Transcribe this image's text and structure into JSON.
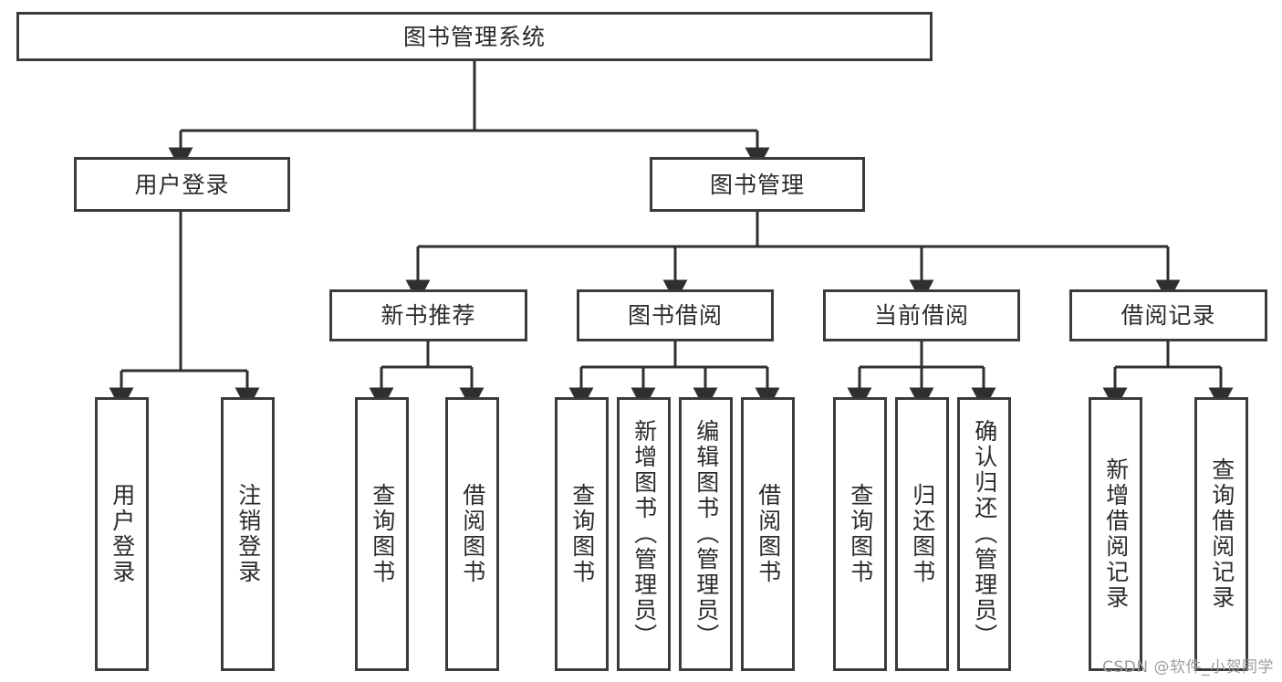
{
  "diagram": {
    "type": "hierarchy-tree",
    "title": "图书管理系统",
    "levels": 4,
    "root": {
      "id": "root",
      "label": "图书管理系统"
    },
    "level2": [
      {
        "id": "user-login",
        "label": "用户登录"
      },
      {
        "id": "book-manage",
        "label": "图书管理"
      }
    ],
    "level3": [
      {
        "id": "new-book-rec",
        "label": "新书推荐",
        "parent": "book-manage"
      },
      {
        "id": "book-borrow",
        "label": "图书借阅",
        "parent": "book-manage"
      },
      {
        "id": "current-borrow",
        "label": "当前借阅",
        "parent": "book-manage"
      },
      {
        "id": "borrow-record",
        "label": "借阅记录",
        "parent": "book-manage"
      }
    ],
    "leaves": [
      {
        "id": "leaf-user-login",
        "label": "用户登录",
        "parent": "user-login"
      },
      {
        "id": "leaf-logout",
        "label": "注销登录",
        "parent": "user-login"
      },
      {
        "id": "leaf-query-book-1",
        "label": "查询图书",
        "parent": "new-book-rec"
      },
      {
        "id": "leaf-borrow-book-1",
        "label": "借阅图书",
        "parent": "new-book-rec"
      },
      {
        "id": "leaf-query-book-2",
        "label": "查询图书",
        "parent": "book-borrow"
      },
      {
        "id": "leaf-add-book",
        "label": "新增图书（管理员）",
        "parent": "book-borrow"
      },
      {
        "id": "leaf-edit-book",
        "label": "编辑图书（管理员）",
        "parent": "book-borrow"
      },
      {
        "id": "leaf-borrow-book-2",
        "label": "借阅图书",
        "parent": "book-borrow"
      },
      {
        "id": "leaf-query-book-3",
        "label": "查询图书",
        "parent": "current-borrow"
      },
      {
        "id": "leaf-return-book",
        "label": "归还图书",
        "parent": "current-borrow"
      },
      {
        "id": "leaf-confirm-return",
        "label": "确认归还（管理员）",
        "parent": "current-borrow"
      },
      {
        "id": "leaf-add-record",
        "label": "新增借阅记录",
        "parent": "borrow-record"
      },
      {
        "id": "leaf-query-record",
        "label": "查询借阅记录",
        "parent": "borrow-record"
      }
    ]
  },
  "watermark": {
    "text": "CSDN @软件_小贺同学"
  },
  "colors": {
    "stroke": "#3b3b3b",
    "text": "#2b2b2b",
    "background": "#ffffff",
    "watermark": "#9d9d9d"
  }
}
